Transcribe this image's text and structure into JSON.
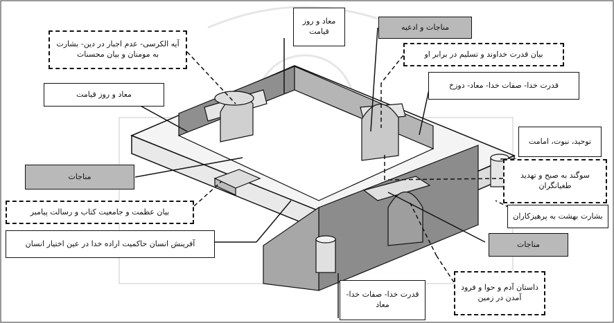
{
  "labels": {
    "l1": "آیه الکرسی- عدم اجبار در دین- بشارت به مومنان و بیان محسنات",
    "l2": "معاد و روز قیامت",
    "l3": "مناجات و ادعیه",
    "l4": "بیان قدرت خداوند و تسلیم در برابر او",
    "l5": "معاد و روز قیامت",
    "l6": "قدرت خدا- صفات خدا- معاد- دوزخ",
    "l7": "توحید، نبوت، امامت",
    "l8": "مناجات",
    "l9": "سوگند به صبح و تهدید طغیانگران",
    "l10": "بیان عظمت و جامعیت کتاب و رسالت پیامبر",
    "l11": "بشارت بهشت به پرهیزکاران",
    "l12": "آفرینش انسان حاکمیت اراده خدا در عین اختیار انسان",
    "l13": "مناجات",
    "l14": "داستان آدم و حوا و فرود آمدن در زمین",
    "l15": "قدرت خدا- صفات خدا- معاد"
  },
  "colors": {
    "line": "#111111",
    "gray_box": "#b9b9b9",
    "wall": "#9a9a9a",
    "floor": "#f2f2f2"
  }
}
